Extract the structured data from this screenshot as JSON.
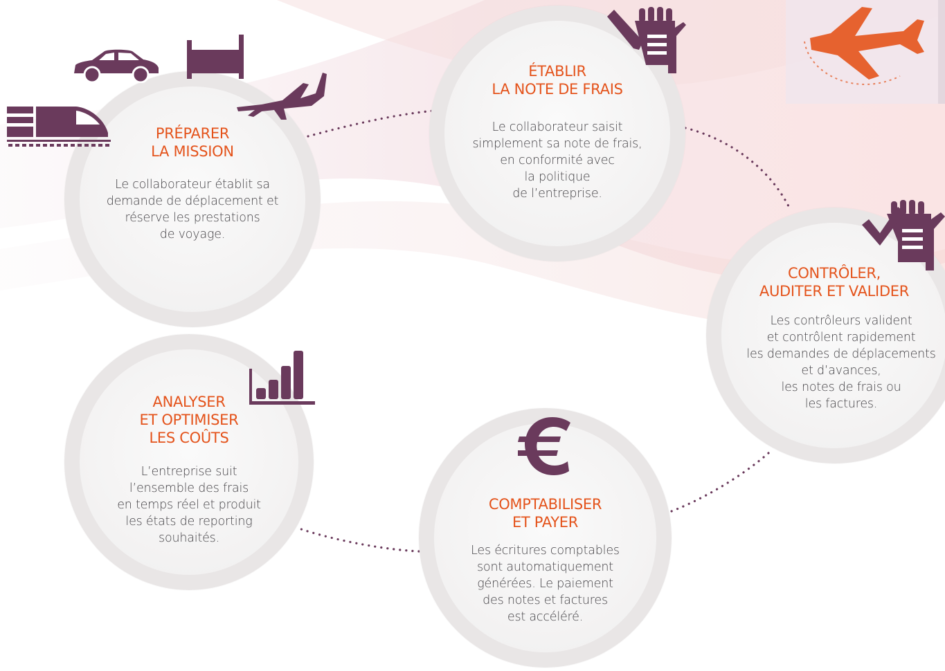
{
  "steps": [
    {
      "id": "preparer",
      "title": [
        "PRÉPARER",
        "LA MISSION"
      ],
      "description": [
        "Le collaborateur établit sa",
        "demande de déplacement et",
        "réserve les prestations",
        "de voyage."
      ],
      "icons": [
        "car-icon",
        "bed-icon",
        "airplane-icon",
        "train-icon"
      ]
    },
    {
      "id": "etablir",
      "title": [
        "ÉTABLIR",
        "LA NOTE DE FRAIS"
      ],
      "description": [
        "Le collaborateur saisit",
        "simplement sa note de frais,",
        "en conformité avec",
        "la politique",
        "de l’entreprise."
      ],
      "icons": [
        "hand-writing-icon"
      ]
    },
    {
      "id": "controler",
      "title": [
        "CONTRÔLER,",
        "AUDITER ET VALIDER"
      ],
      "description": [
        "Les contrôleurs valident",
        "et contrôlent rapidement",
        "les demandes de déplacements",
        "et d’avances,",
        "les notes de frais ou",
        "les factures."
      ],
      "icons": [
        "hand-check-icon"
      ]
    },
    {
      "id": "comptabiliser",
      "title": [
        "COMPTABILISER",
        "ET PAYER"
      ],
      "description": [
        "Les écritures comptables",
        "sont automatiquement",
        "générées. Le paiement",
        "des notes et factures",
        "est accéléré."
      ],
      "icons": [
        "euro-icon"
      ]
    },
    {
      "id": "analyser",
      "title": [
        "ANALYSER",
        "ET OPTIMISER",
        "LES COÛTS"
      ],
      "description": [
        "L’entreprise suit",
        "l’ensemble des frais",
        "en temps réel et produit",
        "les états de reporting",
        "souhaités."
      ],
      "icons": [
        "bar-chart-icon"
      ]
    }
  ],
  "decoration": {
    "corner_icon": "airplane-icon"
  },
  "colors": {
    "accent": "#e4531b",
    "icon": "#6a3a5c",
    "text": "#444246",
    "ring": "#e9e6e6",
    "dots": "#6a3a5c"
  }
}
